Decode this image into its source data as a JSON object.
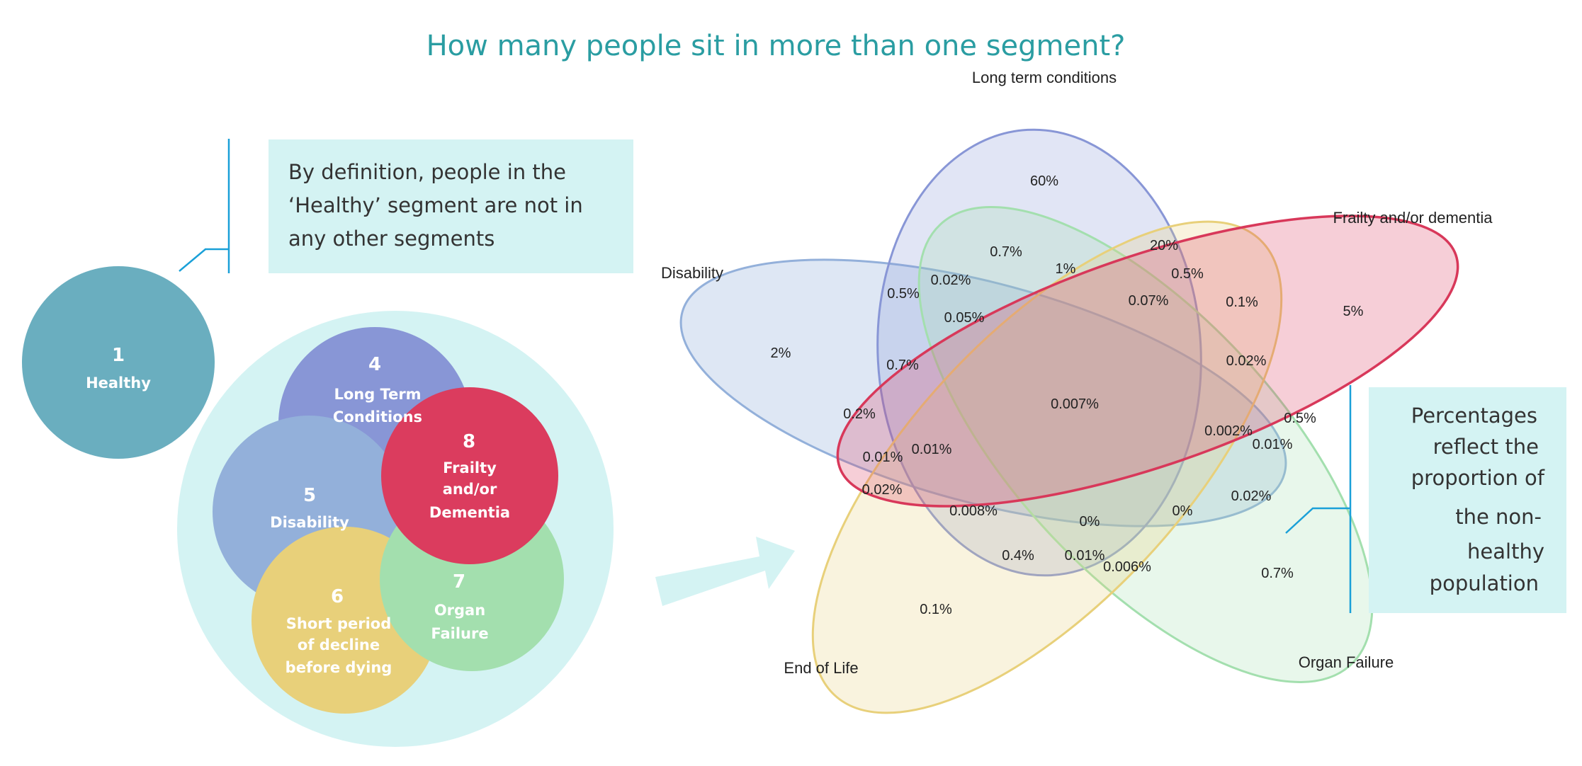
{
  "title": "How many people sit in more than one segment?",
  "healthy": {
    "number": "1",
    "label": "Healthy"
  },
  "segments": [
    {
      "number": "4",
      "lines": [
        "Long Term",
        "Conditions"
      ]
    },
    {
      "number": "5",
      "lines": [
        "Disability"
      ]
    },
    {
      "number": "6",
      "lines": [
        "Short period",
        "of decline",
        "before dying"
      ]
    },
    {
      "number": "7",
      "lines": [
        "Organ",
        "Failure"
      ]
    },
    {
      "number": "8",
      "lines": [
        "Frailty",
        "and/or",
        "Dementia"
      ]
    }
  ],
  "note_healthy": {
    "lines": [
      "By definition, people in the",
      "‘Healthy’ segment are not in",
      "any other segments"
    ]
  },
  "note_percent": {
    "lines": [
      "Percentages",
      "reflect the",
      "proportion of",
      "the non-",
      "healthy",
      "population"
    ]
  },
  "venn": {
    "sets": {
      "ltc": "Long term conditions",
      "frailty": "Frailty and/or dementia",
      "disability": "Disability",
      "eol": "End of Life",
      "organ": "Organ Failure"
    },
    "values": [
      "60%",
      "20%",
      "0.7%",
      "1%",
      "0.5%",
      "0.02%",
      "0.5%",
      "0.07%",
      "0.1%",
      "5%",
      "0.05%",
      "2%",
      "0.02%",
      "0.7%",
      "0.007%",
      "0.2%",
      "0.5%",
      "0.002%",
      "0.01%",
      "0.01%",
      "0.01%",
      "0.02%",
      "0.02%",
      "0.008%",
      "0%",
      "0%",
      "0.4%",
      "0.01%",
      "0.006%",
      "0.7%",
      "0.1%"
    ]
  },
  "colors": {
    "title": "#2a9da2",
    "healthy": "#6aaebf",
    "container": "#d4f3f3",
    "ltc": "#8896d6",
    "disability": "#93b0da",
    "eol": "#e8d07a",
    "organ": "#a3dfae",
    "frailty": "#db3c5e",
    "callout_line": "#1aa0d8"
  }
}
